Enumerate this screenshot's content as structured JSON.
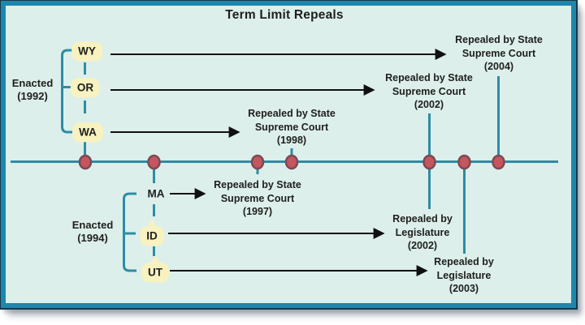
{
  "title": "Term Limit Repeals",
  "colors": {
    "page-bg": "#ffffff",
    "panel-bg": "#dcefeb",
    "frame-teal": "#1f86ac",
    "frame-outline": "#16384b",
    "line": "#2e8ca4",
    "dot": "#c5555f",
    "dot-outline": "#7b4a53",
    "label-yellow": "#f8f2c0",
    "ink": "#20201e",
    "arrow": "#101010"
  },
  "groups": {
    "g1992": {
      "label": [
        "Enacted",
        "(1992)"
      ],
      "states": [
        "WY",
        "OR",
        "WA"
      ]
    },
    "g1994": {
      "label": [
        "Enacted",
        "(1994)"
      ],
      "states": [
        "MA",
        "ID",
        "UT"
      ]
    }
  },
  "repeals": {
    "wy": [
      "Repealed by State",
      "Supreme Court",
      "(2004)"
    ],
    "or": [
      "Repealed by State",
      "Supreme Court",
      "(2002)"
    ],
    "wa": [
      "Repealed by State",
      "Supreme Court",
      "(1998)"
    ],
    "ma": [
      "Repealed by State",
      "Supreme Court",
      "(1997)"
    ],
    "id": [
      "Repealed by",
      "Legislature",
      "(2002)"
    ],
    "ut": [
      "Repealed by",
      "Legislature",
      "(2003)"
    ]
  }
}
